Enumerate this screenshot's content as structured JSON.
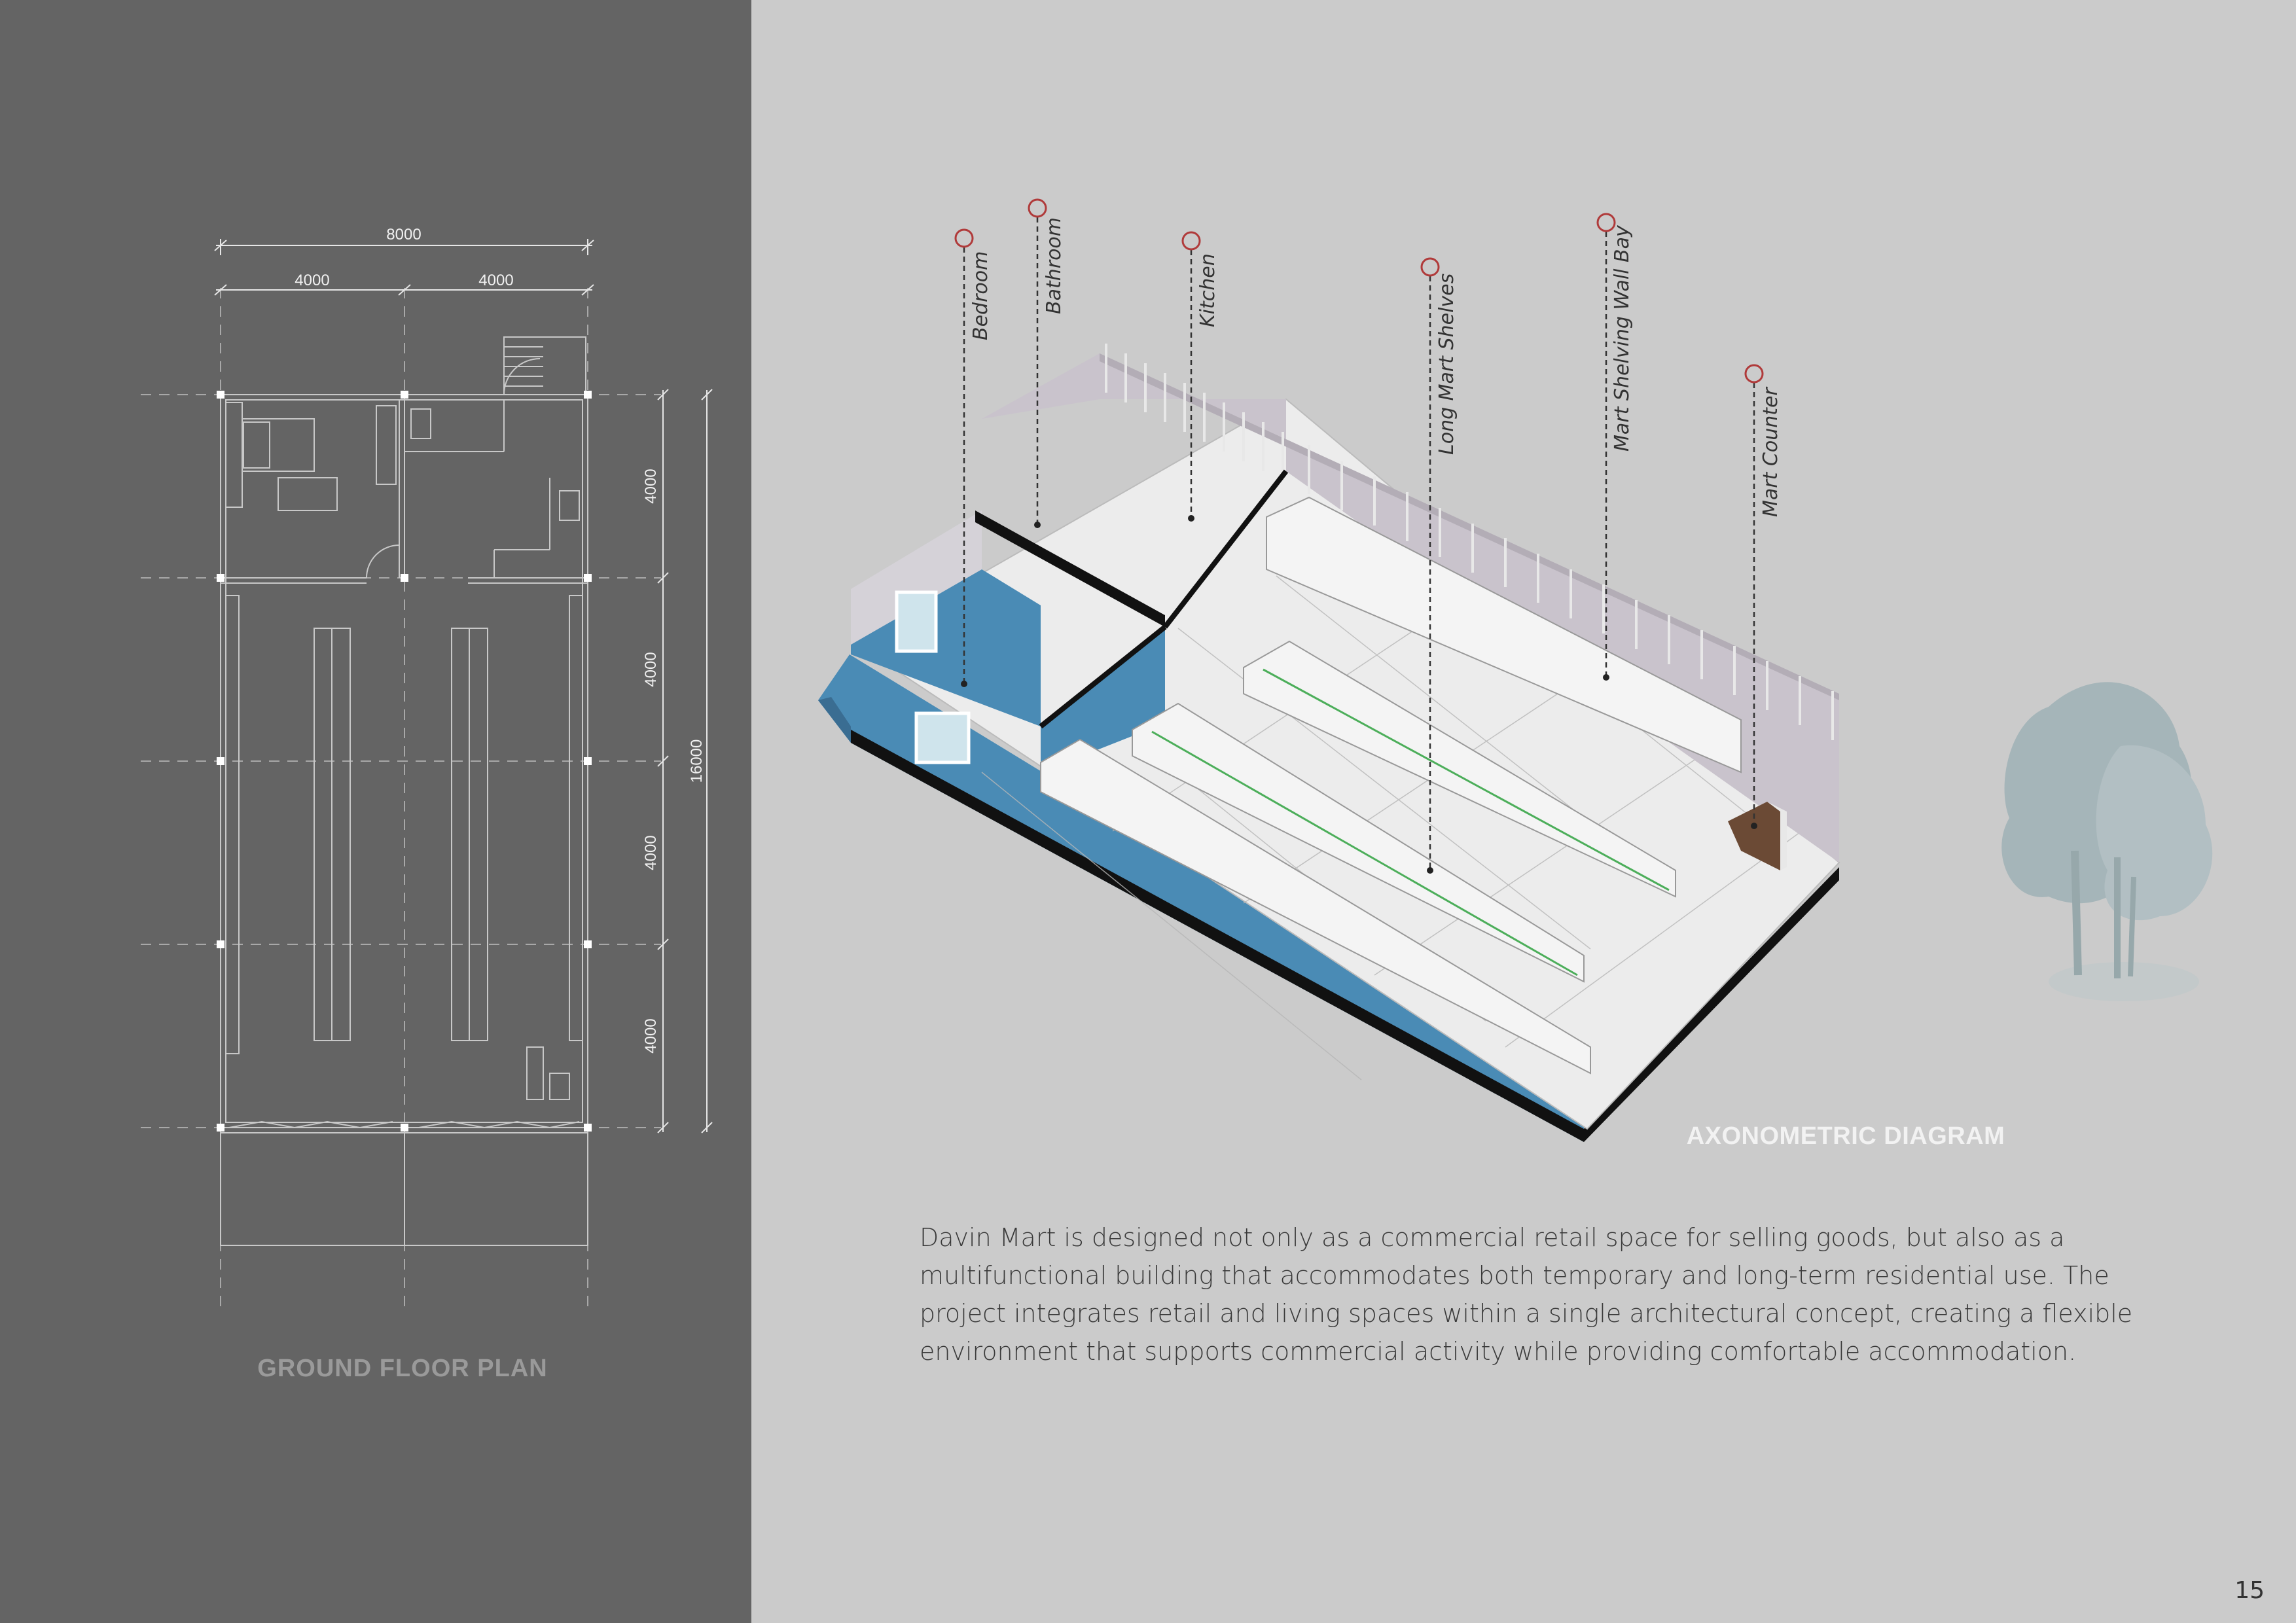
{
  "plan": {
    "title": "GROUND FLOOR PLAN",
    "dimensions": {
      "total_width": "8000",
      "bay_left": "4000",
      "bay_right": "4000",
      "total_length": "16000",
      "rows": [
        "4000",
        "4000",
        "4000",
        "4000"
      ]
    }
  },
  "axonometric": {
    "title": "AXONOMETRIC DIAGRAM",
    "labels": [
      "Bedroom",
      "Bathroom",
      "Kitchen",
      "Long Mart Shelves",
      "Mart Shelving Wall Bay",
      "Mart Counter"
    ]
  },
  "description": "Davin Mart is designed not only as a commercial retail space for selling goods, but also as a multifunctional building that accommodates both temporary and long-term residential use. The project integrates retail and living spaces within a single architectural concept, creating a flexible environment that supports commercial activity while providing comfortable accommodation.",
  "page_number": "15",
  "colors": {
    "left_panel": "#646464",
    "right_panel": "#cbcbcb",
    "wall_blue": "#4a8bb5",
    "wall_lavender": "#c9c3cc",
    "marker_red": "#b03a3a"
  }
}
